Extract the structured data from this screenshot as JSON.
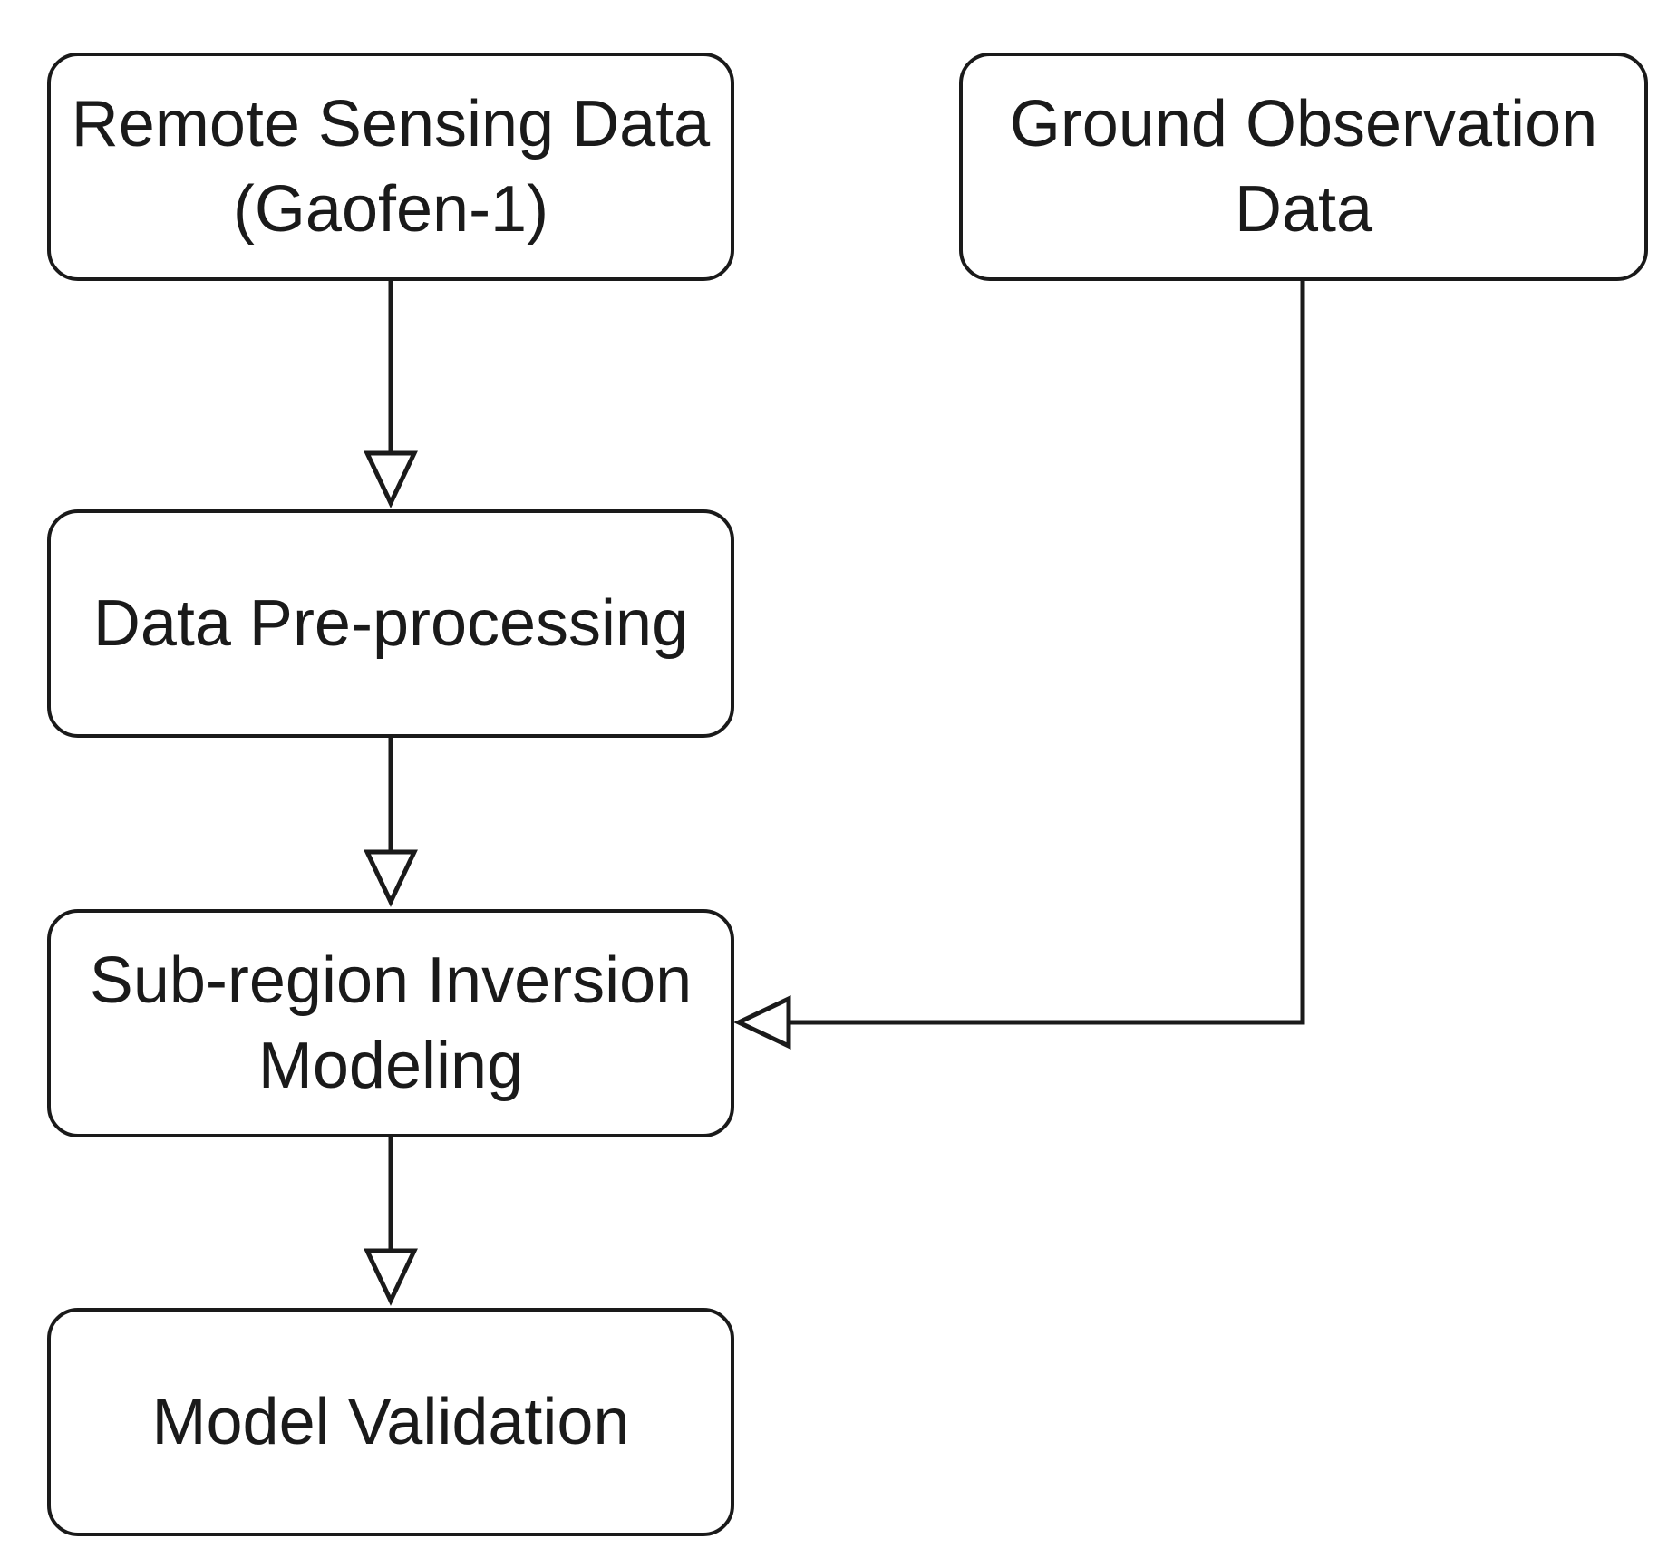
{
  "diagram": {
    "nodes": {
      "remote_sensing": {
        "line1": "Remote Sensing Data",
        "line2": "(Gaofen-1)"
      },
      "ground_observation": {
        "line1": "Ground Observation",
        "line2": "Data"
      },
      "pre_processing": {
        "line1": "Data Pre-processing"
      },
      "sub_region": {
        "line1": "Sub-region Inversion",
        "line2": "Modeling"
      },
      "validation": {
        "line1": "Model Validation"
      }
    },
    "edges": [
      {
        "from": "remote_sensing",
        "to": "pre_processing"
      },
      {
        "from": "pre_processing",
        "to": "sub_region"
      },
      {
        "from": "ground_observation",
        "to": "sub_region"
      },
      {
        "from": "sub_region",
        "to": "validation"
      }
    ],
    "colors": {
      "stroke": "#1a1a1a",
      "background": "#ffffff"
    }
  }
}
